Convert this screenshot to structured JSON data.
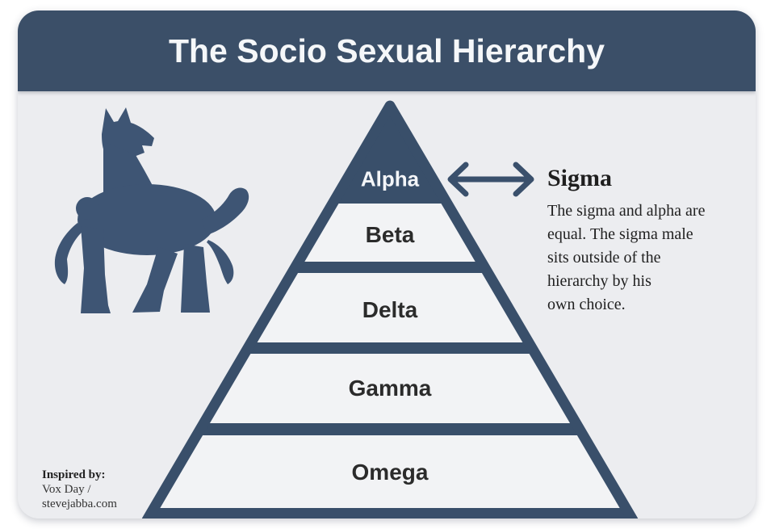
{
  "title": "The Socio Sexual Hierarchy",
  "pyramid": {
    "levels": [
      "Alpha",
      "Beta",
      "Delta",
      "Gamma",
      "Omega"
    ]
  },
  "sigma": {
    "heading": "Sigma",
    "description": "The sigma and alpha are\nequal. The sigma male\nsits outside of the\nhierarchy by his\nown choice."
  },
  "credits": {
    "heading": "Inspired by:",
    "line1": "Vox Day /",
    "line2": "stevejabba.com"
  },
  "icons": {
    "wolf": "wolf-silhouette",
    "arrow": "double-headed-arrow"
  },
  "colors": {
    "header_blue": "#3b4f68",
    "pyramid_blue": "#394f6a",
    "wolf_blue": "#3e5574",
    "card_background": "#ecedf0",
    "band_background": "#f2f3f5",
    "label_text": "#2b2b2b",
    "alpha_text": "#f3f5f8"
  }
}
